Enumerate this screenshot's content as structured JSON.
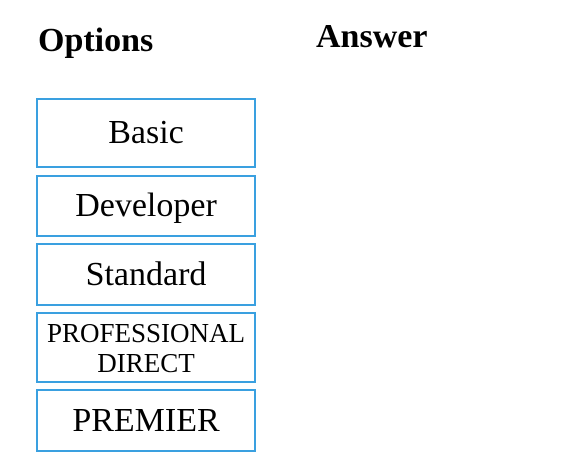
{
  "headings": {
    "options": "Options",
    "answer": "Answer"
  },
  "options": [
    {
      "label": "Basic"
    },
    {
      "label": "Developer"
    },
    {
      "label": "Standard"
    },
    {
      "label_line1": "PROFESSIONAL",
      "label_line2": "DIRECT"
    },
    {
      "label": "PREMIER"
    }
  ],
  "colors": {
    "box_border": "#3aa0e0",
    "text": "#000000",
    "background": "#ffffff"
  }
}
